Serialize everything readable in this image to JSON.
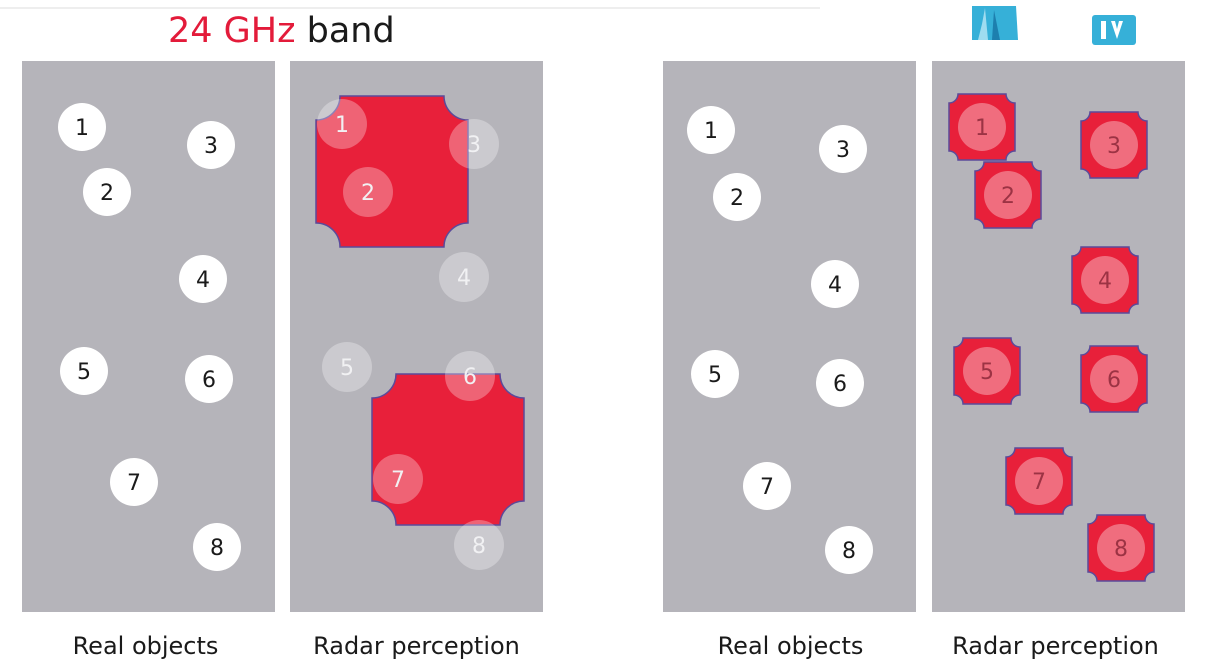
{
  "header": {
    "frequency": "24 GHz",
    "unit_word": "band"
  },
  "panels": [
    {
      "caption": "Real objects",
      "mode": "real",
      "objects": [
        {
          "label": "1"
        },
        {
          "label": "3"
        },
        {
          "label": "2"
        },
        {
          "label": "4"
        },
        {
          "label": "5"
        },
        {
          "label": "6"
        },
        {
          "label": "7"
        },
        {
          "label": "8"
        }
      ]
    },
    {
      "caption": "Radar perception",
      "mode": "merged",
      "objects": [
        {
          "label": "1"
        },
        {
          "label": "3"
        },
        {
          "label": "2"
        },
        {
          "label": "4"
        },
        {
          "label": "5"
        },
        {
          "label": "6"
        },
        {
          "label": "7"
        },
        {
          "label": "8"
        }
      ]
    },
    {
      "caption": "Real objects",
      "mode": "real",
      "objects": [
        {
          "label": "1"
        },
        {
          "label": "3"
        },
        {
          "label": "2"
        },
        {
          "label": "4"
        },
        {
          "label": "5"
        },
        {
          "label": "6"
        },
        {
          "label": "7"
        },
        {
          "label": "8"
        }
      ]
    },
    {
      "caption": "Radar perception",
      "mode": "individual",
      "objects": [
        {
          "label": "1"
        },
        {
          "label": "3"
        },
        {
          "label": "2"
        },
        {
          "label": "4"
        },
        {
          "label": "5"
        },
        {
          "label": "6"
        },
        {
          "label": "7"
        },
        {
          "label": "8"
        }
      ]
    }
  ],
  "colors": {
    "panel_bg": "#b5b4ba",
    "object_fill": "#ffffff",
    "detection_fill": "#e8203a",
    "detection_stroke": "#5b4a9a",
    "accent": "#e31b3a",
    "logo": "#36b0d8"
  },
  "icons": [
    "logo-icon-left",
    "logo-icon-right"
  ]
}
